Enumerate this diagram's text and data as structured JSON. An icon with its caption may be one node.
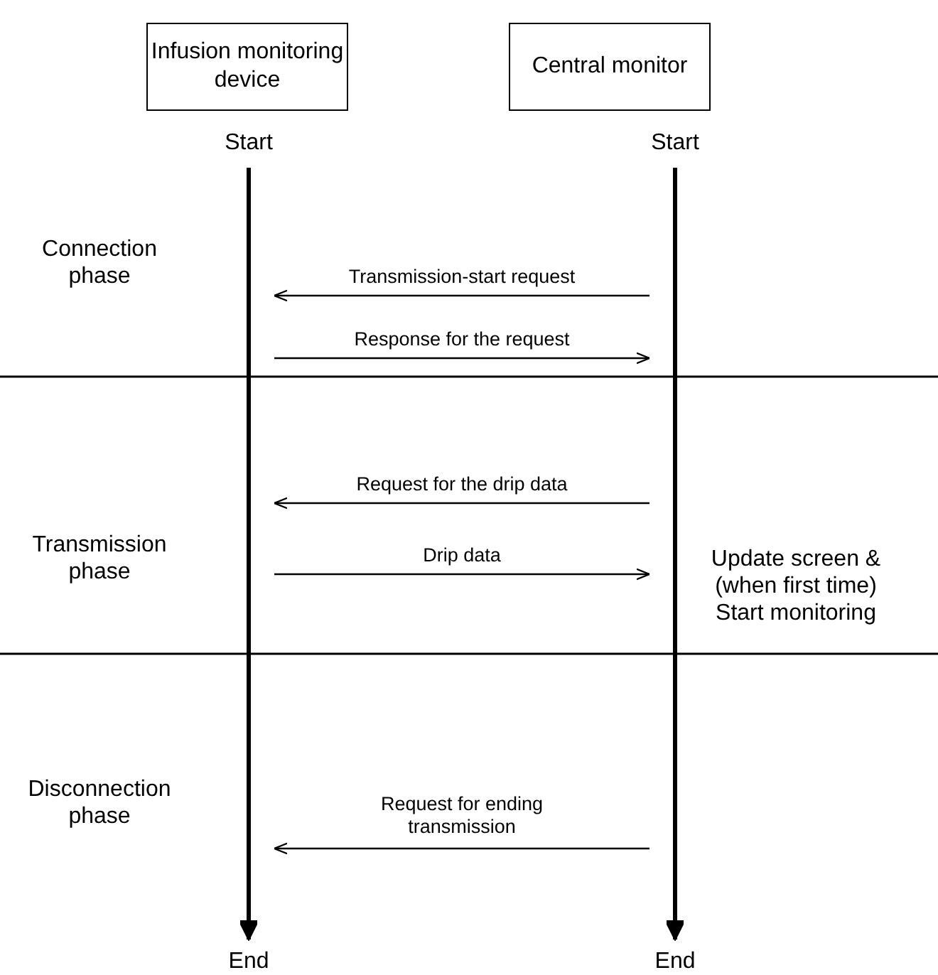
{
  "diagram": {
    "nodes": [
      {
        "text": [
          "Infusion monitoring device"
        ]
      },
      {
        "text": [
          "Central monitor"
        ]
      },
      {
        "text": [],
        "shape": "bar",
        "beside": [
          "Start",
          "End"
        ]
      },
      {
        "text": [],
        "shape": "bar",
        "beside": [
          "Start",
          "End"
        ]
      }
    ],
    "edges": [
      {
        "from": 3,
        "to": 2,
        "arrow": "to",
        "label": "Transmission-start request"
      },
      {
        "from": 2,
        "to": 3,
        "arrow": "to",
        "label": "Response for the request"
      },
      {
        "from": 3,
        "to": 2,
        "arrow": "to",
        "label": "Request for the drip data"
      },
      {
        "from": 2,
        "to": 3,
        "arrow": "to",
        "label": "Drip data"
      },
      {
        "from": 3,
        "to": 2,
        "arrow": "to",
        "label": "Request for ending transmission"
      }
    ],
    "labels": [
      "Connection phase",
      "Transmission phase",
      "Update screen & (when first time) Start monitoring",
      "Disconnection phase"
    ]
  }
}
